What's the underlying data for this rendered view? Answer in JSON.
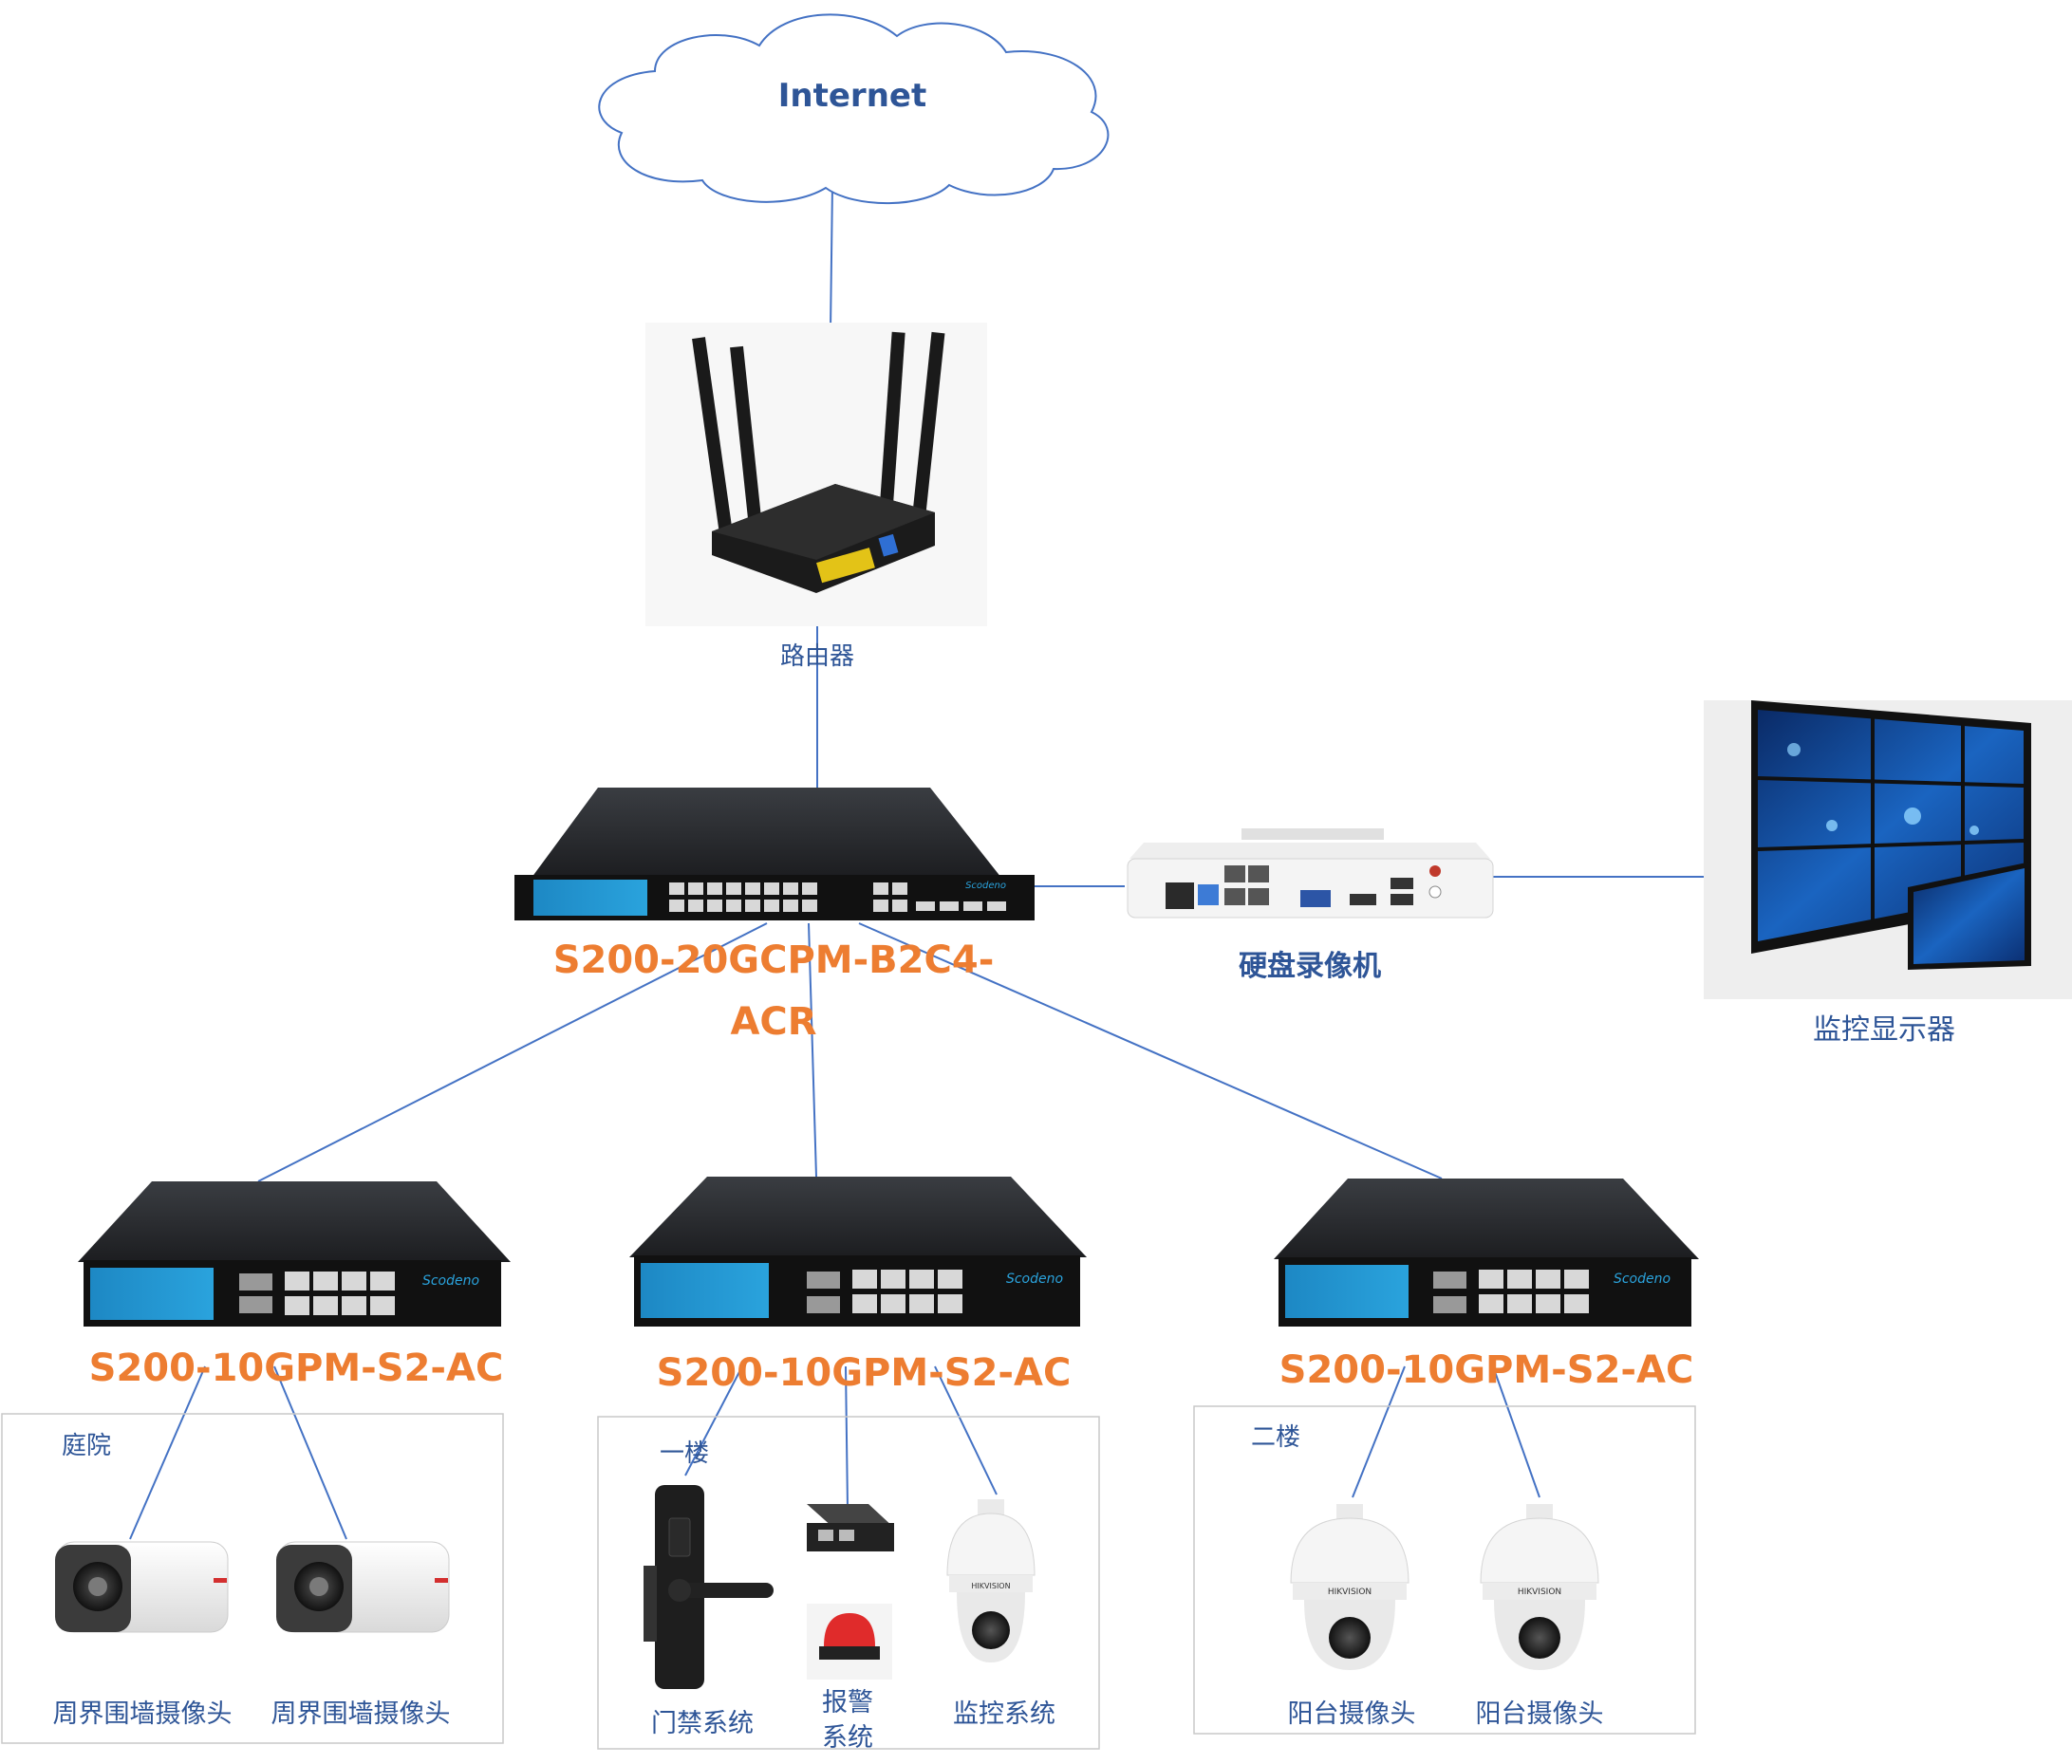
{
  "cloud": {
    "label": "Internet"
  },
  "router": {
    "label": "路由器"
  },
  "core_switch": {
    "model_line1": "S200-20GCPM-B2C4-",
    "model_line2": "ACR",
    "brand": "Scodeno"
  },
  "nvr": {
    "label": "硬盘录像机"
  },
  "monitor": {
    "label": "监控显示器"
  },
  "switch_left": {
    "model": "S200-10GPM-S2-AC",
    "brand": "Scodeno"
  },
  "switch_mid": {
    "model": "S200-10GPM-S2-AC",
    "brand": "Scodeno"
  },
  "switch_right": {
    "model": "S200-10GPM-S2-AC",
    "brand": "Scodeno"
  },
  "zone_courtyard": {
    "title": "庭院",
    "camera1_label": "周界围墙摄像头",
    "camera2_label": "周界围墙摄像头"
  },
  "zone_floor1": {
    "title": "一楼",
    "door_label": "门禁系统",
    "alarm_label_line1": "报警",
    "alarm_label_line2": "系统",
    "monitor_label": "监控系统",
    "dome_brand": "HIKVISION"
  },
  "zone_floor2": {
    "title": "二楼",
    "camera1_label": "阳台摄像头",
    "camera2_label": "阳台摄像头",
    "dome_brand": "HIKVISION"
  },
  "colors": {
    "line": "#4472c4",
    "label_blue": "#2e5597",
    "model_orange": "#ed7d31",
    "switch_face": "#1f8fc9"
  }
}
